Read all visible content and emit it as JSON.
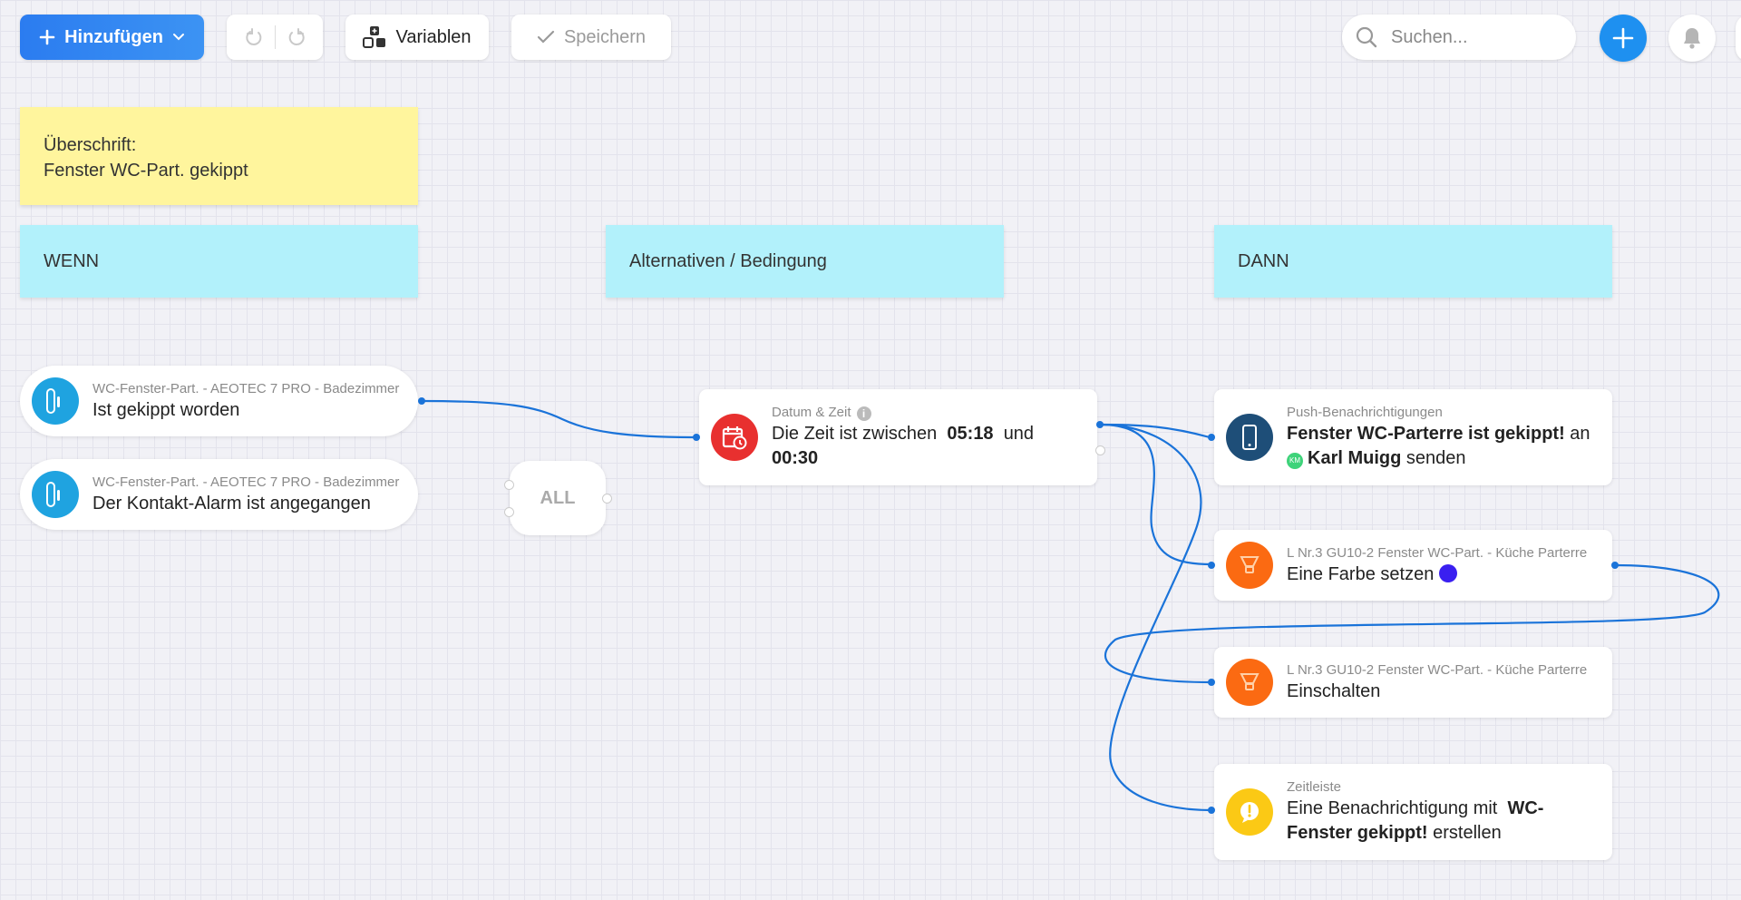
{
  "toolbar": {
    "add_label": "Hinzufügen",
    "variables_label": "Variablen",
    "save_label": "Speichern",
    "search_placeholder": "Suchen..."
  },
  "note": {
    "title": "Überschrift:",
    "text": "Fenster WC-Part. gekippt"
  },
  "columns": {
    "when": "WENN",
    "conditions": "Alternativen / Bedingung",
    "then": "DANN"
  },
  "triggers": [
    {
      "device": "WC-Fenster-Part. - AEOTEC 7 PRO - Badezimmer",
      "event": "Ist gekippt worden"
    },
    {
      "device": "WC-Fenster-Part. - AEOTEC 7 PRO - Badezimmer",
      "event": "Der Kontakt-Alarm ist angegangen"
    }
  ],
  "logic_node": {
    "label": "ALL"
  },
  "condition": {
    "category": "Datum & Zeit",
    "text_prefix": "Die Zeit ist zwischen",
    "time_start": "05:18",
    "text_and": "und",
    "time_end": "00:30"
  },
  "actions": {
    "push": {
      "category": "Push-Benachrichtigungen",
      "message": "Fenster WC-Parterre ist gekippt!",
      "to_word": "an",
      "avatar_initials": "KM",
      "recipient": "Karl Muigg",
      "verb": "senden"
    },
    "color": {
      "device": "L Nr.3 GU10-2 Fenster WC-Part. - Küche Parterre",
      "text": "Eine Farbe setzen",
      "swatch": "#3a1ff0"
    },
    "on": {
      "device": "L Nr.3 GU10-2 Fenster WC-Part. - Küche Parterre",
      "text": "Einschalten"
    },
    "timeline": {
      "category": "Zeitleiste",
      "text_prefix": "Eine Benachrichtigung mit",
      "highlight_line1": "WC-",
      "highlight_line2": "Fenster gekippt!",
      "text_suffix": "erstellen"
    }
  },
  "colors": {
    "accent": "#2f83f0",
    "wire": "#1a73d9",
    "note": "#fff59d",
    "header": "#b2f1fb"
  }
}
